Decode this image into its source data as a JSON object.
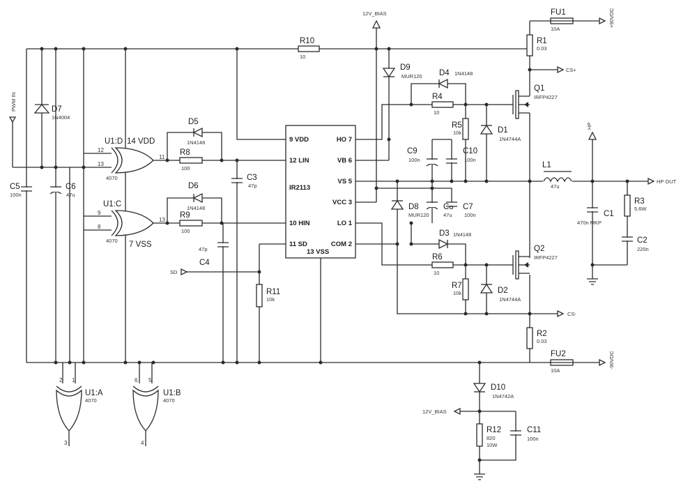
{
  "ic": {
    "ref": "IR2113",
    "pins": {
      "vdd": "9 VDD",
      "lin": "12 LIN",
      "hin": "10 HIN",
      "sd": "11 SD",
      "vss": "13 VSS",
      "com": "COM 2",
      "lo": "LO 1",
      "vcc": "VCC 3",
      "vs": "VS 5",
      "vb": "VB 6",
      "ho": "HO 7"
    }
  },
  "gates": {
    "u1d": {
      "ref": "U1:D",
      "val": "4070",
      "vdd": "14 VDD",
      "in1": "12",
      "in2": "13",
      "out": "11"
    },
    "u1c": {
      "ref": "U1:C",
      "val": "4070",
      "vss": "7 VSS",
      "in1": "9",
      "in2": "8",
      "out": "13"
    },
    "u1a": {
      "ref": "U1:A",
      "val": "4070",
      "in1": "2",
      "in2": "1",
      "out": "3"
    },
    "u1b": {
      "ref": "U1:B",
      "val": "4070",
      "in1": "6",
      "in2": "5",
      "out": "4"
    }
  },
  "components": {
    "r1": {
      "ref": "R1",
      "val": "0.03"
    },
    "r2": {
      "ref": "R2",
      "val": "0.03"
    },
    "r3": {
      "ref": "R3",
      "val": "5.6W"
    },
    "r4": {
      "ref": "R4",
      "val": "10"
    },
    "r5": {
      "ref": "R5",
      "val": "10k"
    },
    "r6": {
      "ref": "R6",
      "val": "10"
    },
    "r7": {
      "ref": "R7",
      "val": "10k"
    },
    "r8": {
      "ref": "R8",
      "val": "100"
    },
    "r9": {
      "ref": "R9",
      "val": "100"
    },
    "r10": {
      "ref": "R10",
      "val": "10"
    },
    "r11": {
      "ref": "R11",
      "val": "10k"
    },
    "r12": {
      "ref": "R12",
      "val": "820",
      "val2": "10W"
    },
    "c1": {
      "ref": "C1",
      "val": "470n MKP"
    },
    "c2": {
      "ref": "C2",
      "val": "220n"
    },
    "c3": {
      "ref": "C3",
      "val": "47p"
    },
    "c4": {
      "ref": "C4",
      "val": "47p"
    },
    "c5": {
      "ref": "C5",
      "val": "100n"
    },
    "c6": {
      "ref": "C6",
      "val": "47u"
    },
    "c7": {
      "ref": "C7",
      "val": "100n"
    },
    "c8": {
      "ref": "C8",
      "val": "47u"
    },
    "c9": {
      "ref": "C9",
      "val": "100n"
    },
    "c10": {
      "ref": "C10",
      "val": "100n"
    },
    "c11": {
      "ref": "C11",
      "val": "100n"
    },
    "d1": {
      "ref": "D1",
      "val": "1N4744A"
    },
    "d2": {
      "ref": "D2",
      "val": "1N4744A"
    },
    "d3": {
      "ref": "D3",
      "val": "1N4148"
    },
    "d4": {
      "ref": "D4",
      "val": "1N4148"
    },
    "d5": {
      "ref": "D5",
      "val": "1N4148"
    },
    "d6": {
      "ref": "D6",
      "val": "1N4148"
    },
    "d7": {
      "ref": "D7",
      "val": "1N4004"
    },
    "d8": {
      "ref": "D8",
      "val": "MUR120"
    },
    "d9": {
      "ref": "D9",
      "val": "MUR120"
    },
    "d10": {
      "ref": "D10",
      "val": "1N4742A"
    },
    "q1": {
      "ref": "Q1",
      "val": "IRFP4227"
    },
    "q2": {
      "ref": "Q2",
      "val": "IRFP4227"
    },
    "l1": {
      "ref": "L1",
      "val": "47u"
    },
    "fu1": {
      "ref": "FU1",
      "val": "10A"
    },
    "fu2": {
      "ref": "FU2",
      "val": "10A"
    }
  },
  "nets": {
    "bias_top": "12V_BIAS",
    "bias_bot": "12V_BIAS",
    "pwm_in": "PWM IN",
    "sd": "SD",
    "cs_plus": "CS+",
    "cs_minus": "CS-",
    "hp": "HP",
    "hp_out": "HP OUT",
    "vdc_pos": "+90VDC",
    "vdc_neg": "-90VDC"
  }
}
